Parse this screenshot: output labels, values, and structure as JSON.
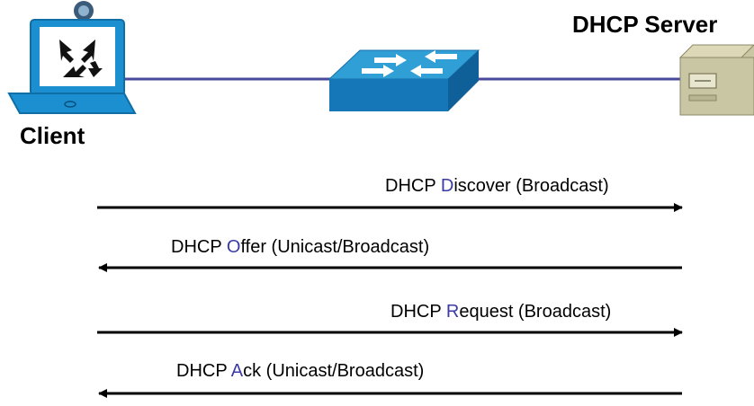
{
  "nodes": {
    "client": {
      "label": "Client"
    },
    "server": {
      "label": "DHCP Server"
    }
  },
  "messages": [
    {
      "prefix": "DHCP ",
      "highlight": "D",
      "rest": "iscover (Broadcast)",
      "direction": "client-to-server"
    },
    {
      "prefix": "DHCP ",
      "highlight": "O",
      "rest": "ffer (Unicast/Broadcast)",
      "direction": "server-to-client"
    },
    {
      "prefix": "DHCP ",
      "highlight": "R",
      "rest": "equest (Broadcast)",
      "direction": "client-to-server"
    },
    {
      "prefix": "DHCP ",
      "highlight": "A",
      "rest": "ck (Unicast/Broadcast)",
      "direction": "server-to-client"
    }
  ],
  "colors": {
    "link": "#4a4a9a",
    "highlight": "#3a3aa8",
    "switch_top": "#2f9fd6",
    "switch_front": "#1677b8",
    "laptop_frame": "#1b8fd0",
    "server_body": "#c9c6a3"
  }
}
